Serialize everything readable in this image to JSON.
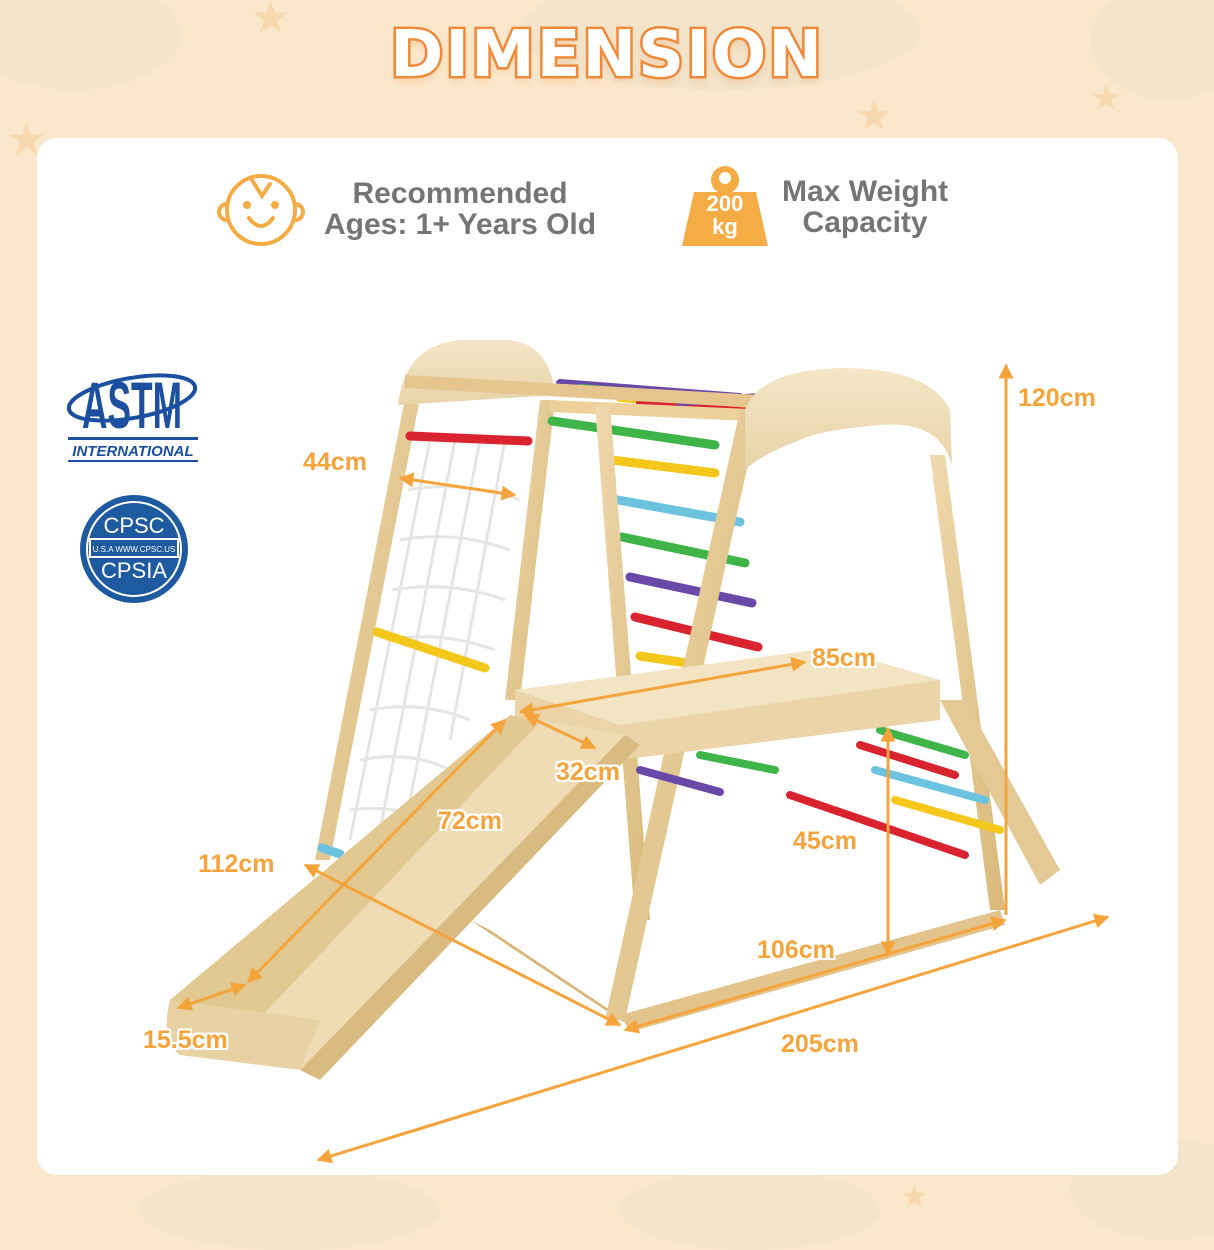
{
  "title": "DIMENSION",
  "features": [
    {
      "icon": "baby-face-icon",
      "line1": "Recommended",
      "line2": "Ages: 1+ Years Old"
    },
    {
      "icon": "weight-icon",
      "weight_value": "200",
      "weight_unit": "kg",
      "line1": "Max Weight",
      "line2": "Capacity"
    }
  ],
  "certifications": {
    "astm": {
      "letters": "ASTM",
      "subtitle": "INTERNATIONAL"
    },
    "cpsc": {
      "top": "CPSC",
      "middle": "U.S.A  WWW.CPSC.US",
      "bottom": "CPSIA"
    }
  },
  "dimensions": {
    "height": "120cm",
    "net_width": "44cm",
    "platform_length": "85cm",
    "platform_width": "32cm",
    "slide_length": "72cm",
    "slide_total": "112cm",
    "platform_height": "45cm",
    "base_depth": "106cm",
    "slide_end_width": "15.5cm",
    "total_length": "205cm"
  },
  "colors": {
    "accent_orange": "#f5a43c",
    "title_stroke": "#ef8a3a",
    "text_gray": "#757575",
    "certification_blue": "#1c4fa0",
    "background": "#fbe8cc",
    "rungs": [
      "#d9242f",
      "#3fb549",
      "#f3c81b",
      "#6cc3e0",
      "#6a48a8"
    ]
  }
}
